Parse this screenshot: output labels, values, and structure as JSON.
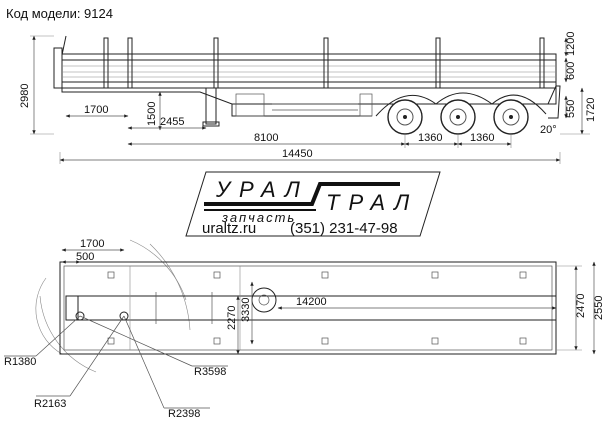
{
  "header": {
    "model_label": "Код модели: 9124"
  },
  "logo": {
    "brand_left": "УРАЛ",
    "brand_right": "ТРАЛ",
    "tagline": "запчасть",
    "site": "uraltz.ru",
    "phone": "(351) 231-47-98"
  },
  "side_view": {
    "overall_height": "2980",
    "headboard": "1200",
    "side_board": "600",
    "platform_height": "1720",
    "wheel_height": "550",
    "rear_angle": "20°",
    "kingpin_offset": "1700",
    "support_height": "1500",
    "support_offset": "2455",
    "platform_to_axle": "8100",
    "axle_spacing_1": "1360",
    "axle_spacing_2": "1360",
    "overall_length": "14450"
  },
  "top_view": {
    "kingpin_x": "1700",
    "front_offset": "500",
    "overall_width": "2470",
    "platform_width": "2550",
    "wheel_track": "2270",
    "frame_width": "3330",
    "platform_length": "14200",
    "radius_1": "R1380",
    "radius_2": "R2163",
    "radius_3": "R2398",
    "radius_4": "R3598"
  }
}
